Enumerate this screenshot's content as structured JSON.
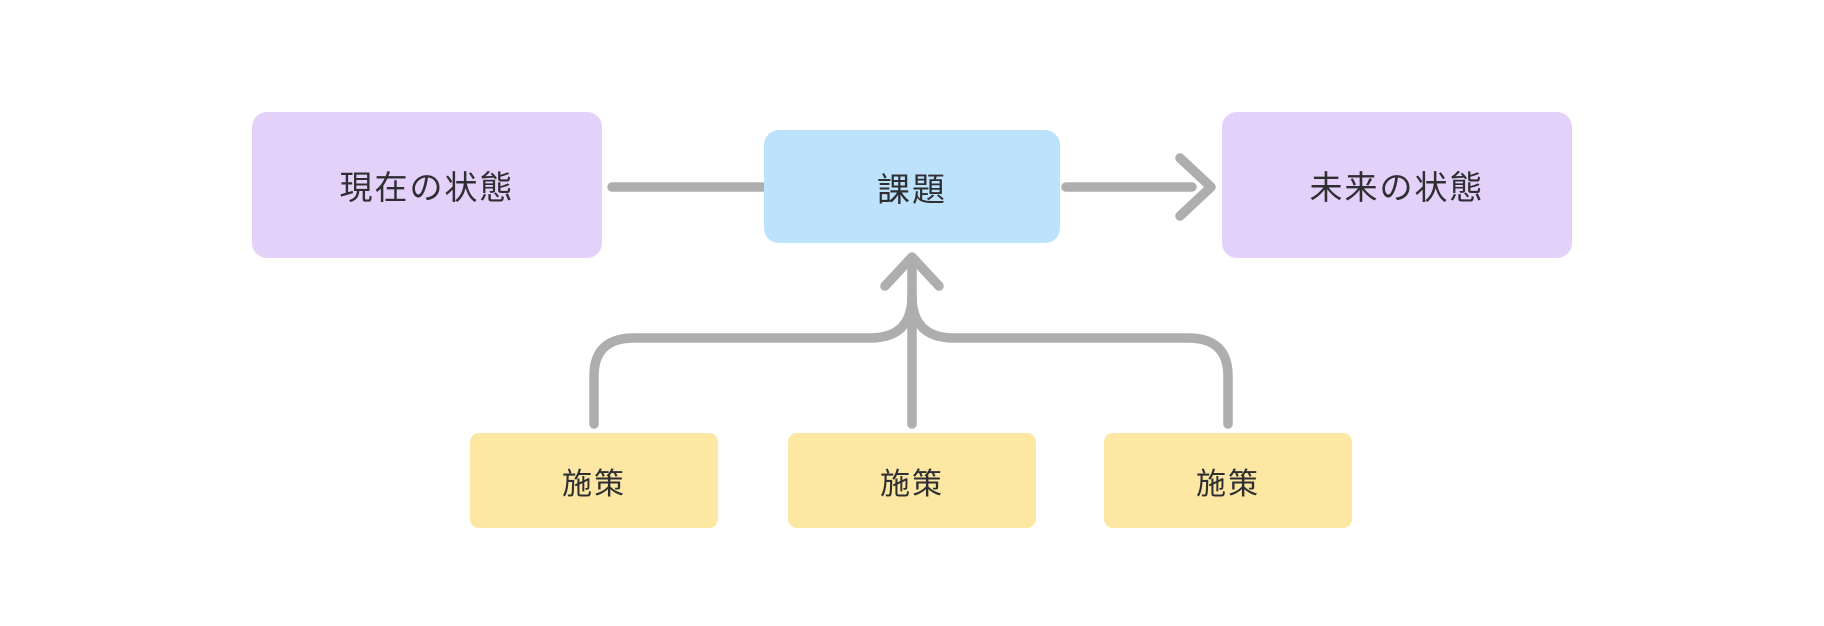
{
  "colors": {
    "background": "#ffffff",
    "purple": "#e3d1f9",
    "blue": "#bde2fb",
    "yellow": "#fce8a3",
    "connector": "#aeaeae",
    "text": "#2e2e33"
  },
  "diagram": {
    "type": "flowchart",
    "nodes": [
      {
        "id": "current-state",
        "label": "現在の状態",
        "color": "purple"
      },
      {
        "id": "issue",
        "label": "課題",
        "color": "blue"
      },
      {
        "id": "future-state",
        "label": "未来の状態",
        "color": "purple"
      },
      {
        "id": "measure-1",
        "label": "施策",
        "color": "yellow"
      },
      {
        "id": "measure-2",
        "label": "施策",
        "color": "yellow"
      },
      {
        "id": "measure-3",
        "label": "施策",
        "color": "yellow"
      }
    ],
    "edges": [
      {
        "from": "current-state",
        "to": "issue",
        "arrowhead": "none"
      },
      {
        "from": "issue",
        "to": "future-state",
        "arrowhead": "open-chevron"
      },
      {
        "from": "measure-1",
        "to": "issue",
        "arrowhead": "open-chevron",
        "style": "merges-into-center"
      },
      {
        "from": "measure-2",
        "to": "issue",
        "arrowhead": "open-chevron",
        "style": "straight-up"
      },
      {
        "from": "measure-3",
        "to": "issue",
        "arrowhead": "open-chevron",
        "style": "merges-into-center"
      }
    ]
  }
}
